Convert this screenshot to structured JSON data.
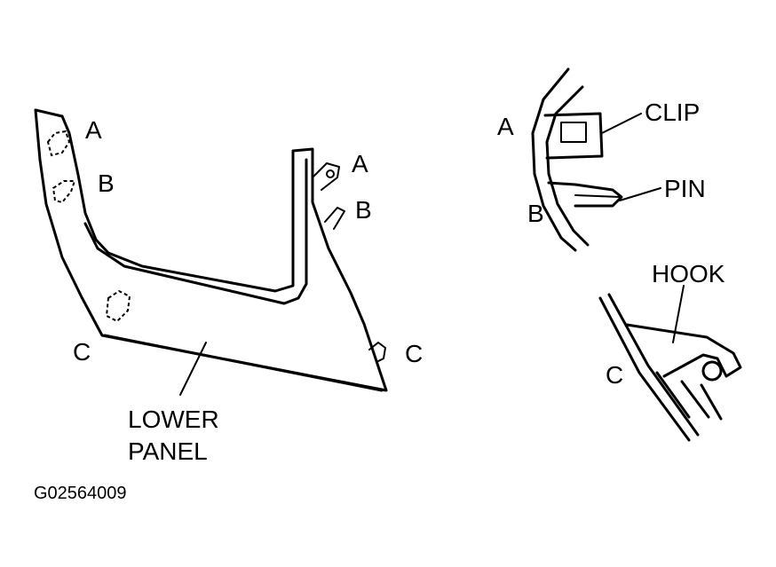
{
  "labels": {
    "panel_a": "A",
    "panel_b": "B",
    "panel_c_left": "C",
    "bracket_a": "A",
    "bracket_b": "B",
    "panel_c_right": "C",
    "lower_panel_line1": "LOWER",
    "lower_panel_line2": "PANEL",
    "detail_a": "A",
    "detail_b": "B",
    "clip": "CLIP",
    "pin": "PIN",
    "detail_c": "C",
    "hook": "HOOK"
  },
  "figure_code": "G02564009"
}
